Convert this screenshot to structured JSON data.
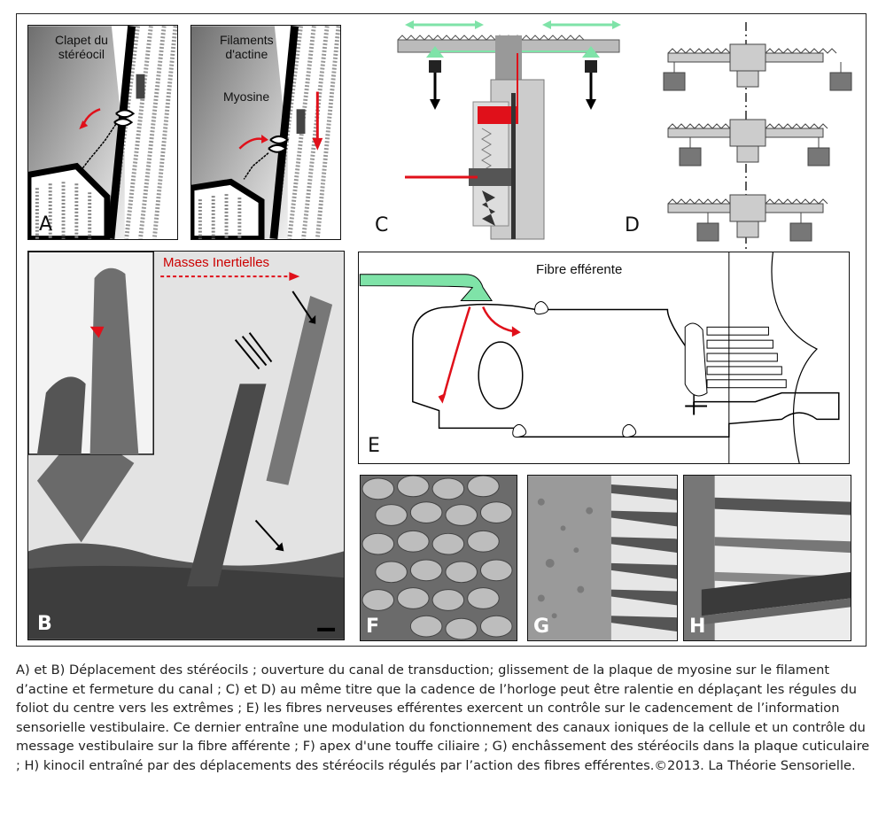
{
  "panels": {
    "A": {
      "label": "A",
      "annotations": {
        "clapet": "Clapet du\nstéréocil"
      }
    },
    "A2": {
      "annotations": {
        "filaments": "Filaments\nd'actine",
        "myosine": "Myosine"
      }
    },
    "B": {
      "label": "B",
      "annotations": {
        "masses": "Masses Inertielles"
      }
    },
    "C": {
      "label": "C"
    },
    "D": {
      "label": "D"
    },
    "E": {
      "label": "E",
      "annotations": {
        "fibre": "Fibre efférente"
      }
    },
    "F": {
      "label": "F"
    },
    "G": {
      "label": "G"
    },
    "H": {
      "label": "H"
    }
  },
  "caption": "A) et B) Déplacement des stéréocils ; ouverture du canal de transduction; glissement de la plaque de myosine sur le filament d’actine et fermeture du canal ; C) et D) au même titre que la cadence de l’horloge peut être ralentie en déplaçant les régules du foliot du centre vers les extrêmes ; E) les fibres nerveuses efférentes exercent un contrôle sur le cadencement de l’information sensorielle vestibulaire. Ce dernier entraîne une modulation du fonctionnement des canaux ioniques de la cellule et un contrôle du message vestibulaire sur la fibre afférente ; F) apex d'une touffe ciliaire ; G) enchâssement des stéréocils dans la plaque cuticulaire ;  H) kinocil entraîné par des déplacements des stéréocils régulés par l’action des fibres efférentes.©2013. La Théorie Sensorielle.",
  "colors": {
    "accent_red": "#e0101a",
    "accent_green": "#7fe3a8"
  }
}
